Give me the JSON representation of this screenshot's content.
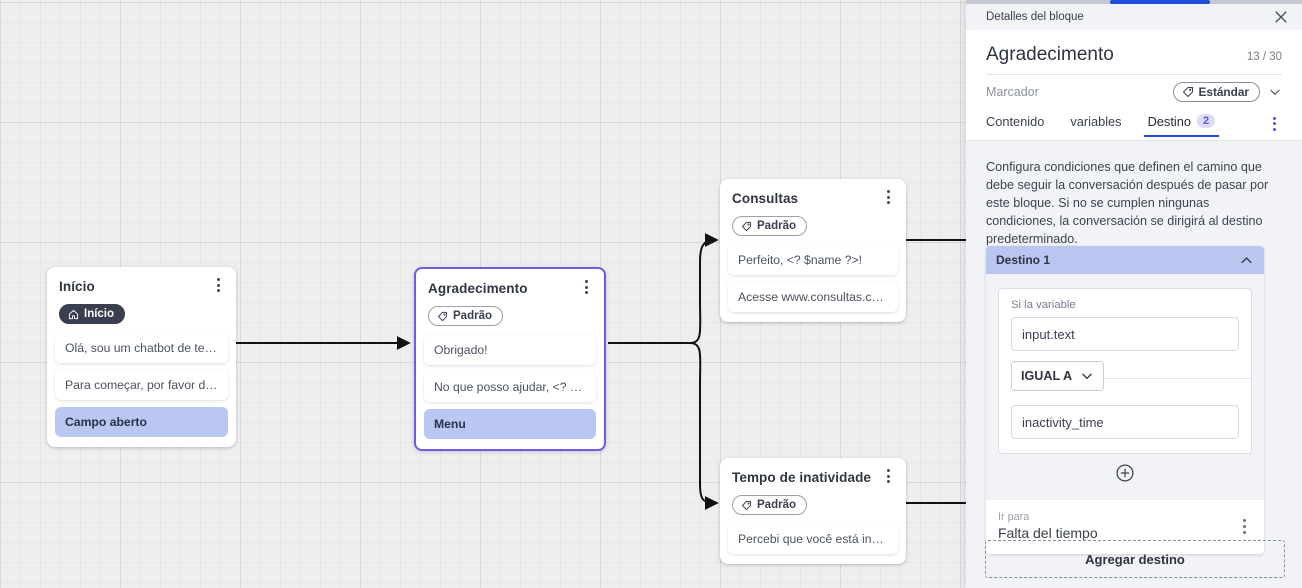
{
  "panel": {
    "header_title": "Detalles del bloque",
    "close_icon": "close-icon",
    "block_title": "Agradecimento",
    "char_count": "13 / 30",
    "marker_label": "Marcador",
    "marker_chip": "Estándar",
    "marker_chip_icon": "tag-icon",
    "marker_chevron_icon": "chevron-down-icon",
    "tabs": [
      {
        "label": "Contenido",
        "badge": "",
        "active": false
      },
      {
        "label": "variables",
        "badge": "",
        "active": false
      },
      {
        "label": "Destino",
        "badge": "2",
        "active": true
      }
    ],
    "overflow_icon": "kebab-menu-icon",
    "description": "Configura condiciones que definen el camino que debe seguir la conversación después de pasar por este bloque. Si no se cumplen ningunas condiciones, la conversación se dirigirá al destino predeterminado.",
    "destination": {
      "header_label": "Destino 1",
      "collapse_icon": "chevron-up-icon",
      "delete_icon": "trash-icon",
      "condition_label": "Si la variable",
      "variable_value": "input.text",
      "operator_value": "IGUAL A",
      "operator_icon": "chevron-down-icon",
      "compare_value": "inactivity_time",
      "add_condition_icon": "plus-circle-icon",
      "goto_label": "Ir para",
      "goto_value": "Falta del tiempo",
      "goto_menu_icon": "kebab-menu-icon"
    },
    "add_destination_label": "Agregar destino"
  },
  "canvas": {
    "nodes": [
      {
        "id": "inicio",
        "title": "Início",
        "tag": "Início",
        "tag_kind": "start",
        "tag_icon": "home-icon",
        "menu_icon": "kebab-menu-icon",
        "selected": false,
        "messages": [
          {
            "text": "Olá, sou um chatbot de teste!",
            "highlight": false
          },
          {
            "text": "Para começar, por favor digite o ...",
            "highlight": false
          },
          {
            "text": "Campo aberto",
            "highlight": true
          }
        ]
      },
      {
        "id": "agradecimento",
        "title": "Agradecimento",
        "tag": "Padrão",
        "tag_kind": "default",
        "tag_icon": "tag-icon",
        "menu_icon": "kebab-menu-icon",
        "selected": true,
        "messages": [
          {
            "text": "Obrigado!",
            "highlight": false
          },
          {
            "text": "No que posso ajudar, <? $name ...",
            "highlight": false
          },
          {
            "text": "Menu",
            "highlight": true
          }
        ]
      },
      {
        "id": "consultas",
        "title": "Consultas",
        "tag": "Padrão",
        "tag_kind": "default",
        "tag_icon": "tag-icon",
        "menu_icon": "kebab-menu-icon",
        "selected": false,
        "messages": [
          {
            "text": "Perfeito, <? $name ?>!",
            "highlight": false
          },
          {
            "text": "Acesse www.consultas.com par...",
            "highlight": false
          }
        ]
      },
      {
        "id": "inatividade",
        "title": "Tempo de inatividade",
        "tag": "Padrão",
        "tag_kind": "default",
        "tag_icon": "tag-icon",
        "menu_icon": "kebab-menu-icon",
        "selected": false,
        "messages": [
          {
            "text": "Percebi que você está inativo. C...",
            "highlight": false
          }
        ]
      }
    ]
  }
}
